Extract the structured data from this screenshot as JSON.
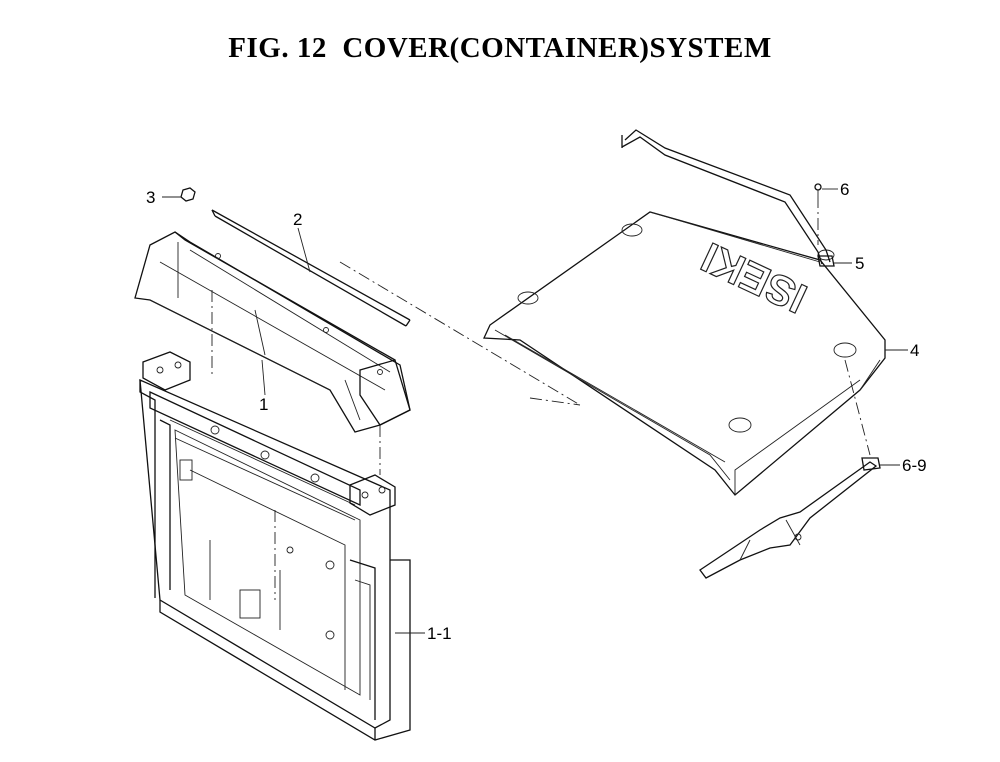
{
  "title": "FIG. 12  COVER(CONTAINER)SYSTEM",
  "brand_logo": "ISEKI",
  "callouts": [
    {
      "id": "label-1",
      "text": "1"
    },
    {
      "id": "label-1-1",
      "text": "1-1"
    },
    {
      "id": "label-2",
      "text": "2"
    },
    {
      "id": "label-3",
      "text": "3"
    },
    {
      "id": "label-4",
      "text": "4"
    },
    {
      "id": "label-5",
      "text": "5"
    },
    {
      "id": "label-6",
      "text": "6"
    },
    {
      "id": "label-6-9",
      "text": "6-9"
    }
  ]
}
